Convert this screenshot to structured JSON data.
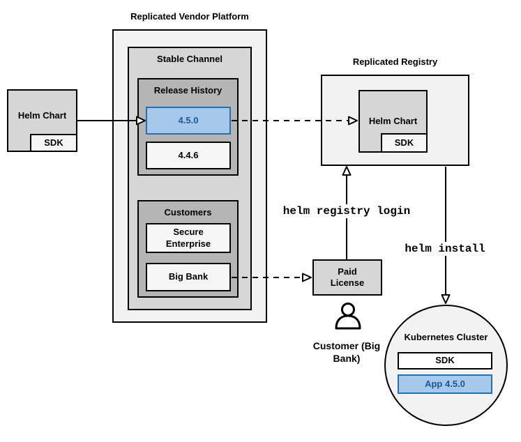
{
  "vendor_platform": {
    "title": "Replicated Vendor Platform"
  },
  "stable_channel": {
    "title": "Stable Channel"
  },
  "release_history": {
    "title": "Release History",
    "releases": [
      {
        "version": "4.5.0",
        "highlighted": true
      },
      {
        "version": "4.4.6",
        "highlighted": false
      }
    ]
  },
  "customers": {
    "title": "Customers",
    "items": [
      {
        "name": "Secure Enterprise"
      },
      {
        "name": "Big Bank"
      }
    ]
  },
  "source_helm_chart": {
    "label": "Helm Chart",
    "sdk": "SDK"
  },
  "registry": {
    "title": "Replicated Registry",
    "helm_chart": "Helm Chart",
    "sdk": "SDK"
  },
  "paid_license": {
    "label": "Paid License"
  },
  "customer_actor": {
    "label": "Customer (Big Bank)"
  },
  "commands": {
    "registry_login": "helm registry login",
    "install": "helm install"
  },
  "kubernetes_cluster": {
    "title": "Kubernetes Cluster",
    "sdk": "SDK",
    "app": "App 4.5.0"
  },
  "colors": {
    "highlight_fill": "#a6c8ea",
    "highlight_stroke": "#2470b3",
    "highlight_text": "#1a5795",
    "box_gray": "#d6d6d6",
    "box_dark_gray": "#b5b5b5",
    "container_gray": "#f2f2f2"
  }
}
